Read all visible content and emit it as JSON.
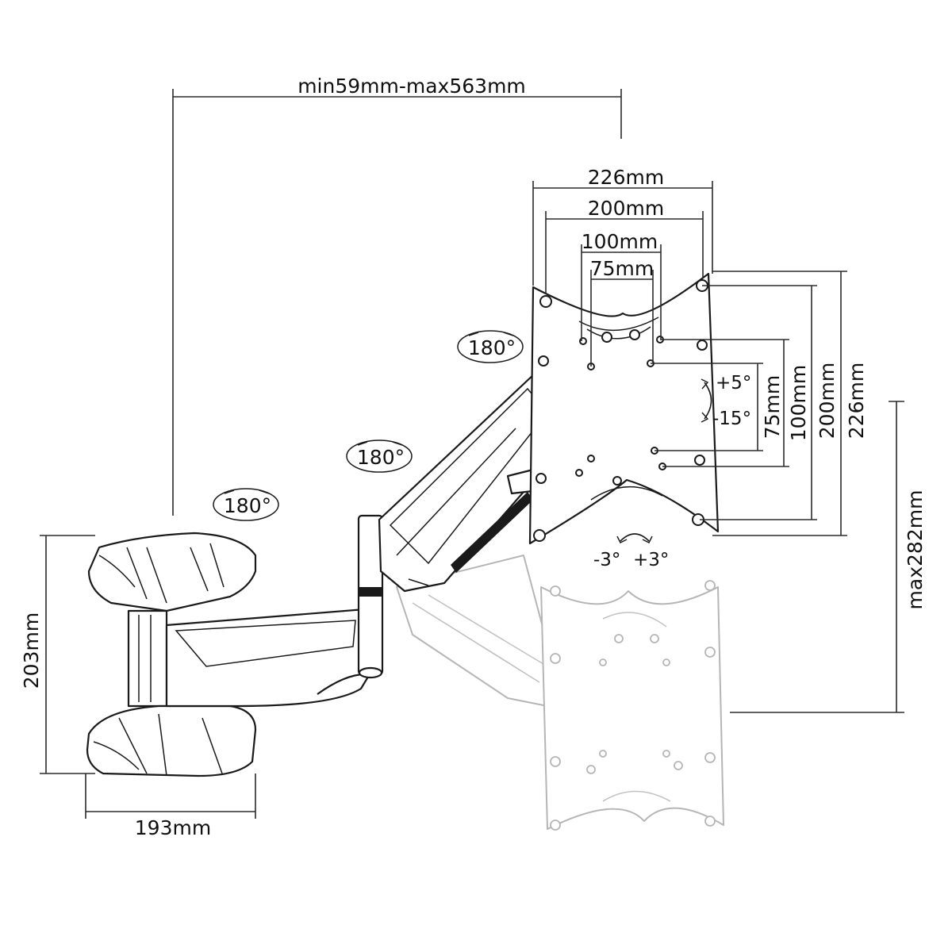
{
  "dimensions": {
    "reach": "min59mm-max563mm",
    "plate_width_outer": "226mm",
    "plate_width_mid": "200mm",
    "vesa_100_w": "100mm",
    "vesa_75_w": "75mm",
    "vesa_75_h": "75mm",
    "vesa_100_h": "100mm",
    "plate_height_mid": "200mm",
    "plate_height_outer": "226mm",
    "max_height": "max282mm",
    "wall_plate_height": "203mm",
    "wall_plate_width": "193mm"
  },
  "rotations": {
    "joint_wall": "180°",
    "joint_middle": "180°",
    "joint_head": "180°"
  },
  "tilt": {
    "up": "+5°",
    "down": "-15°"
  },
  "swivel": {
    "left": "-3°",
    "right": "+3°"
  },
  "colors": {
    "ink": "#1a1a1a",
    "ghost": "#b5b5b5",
    "background": "#ffffff"
  }
}
